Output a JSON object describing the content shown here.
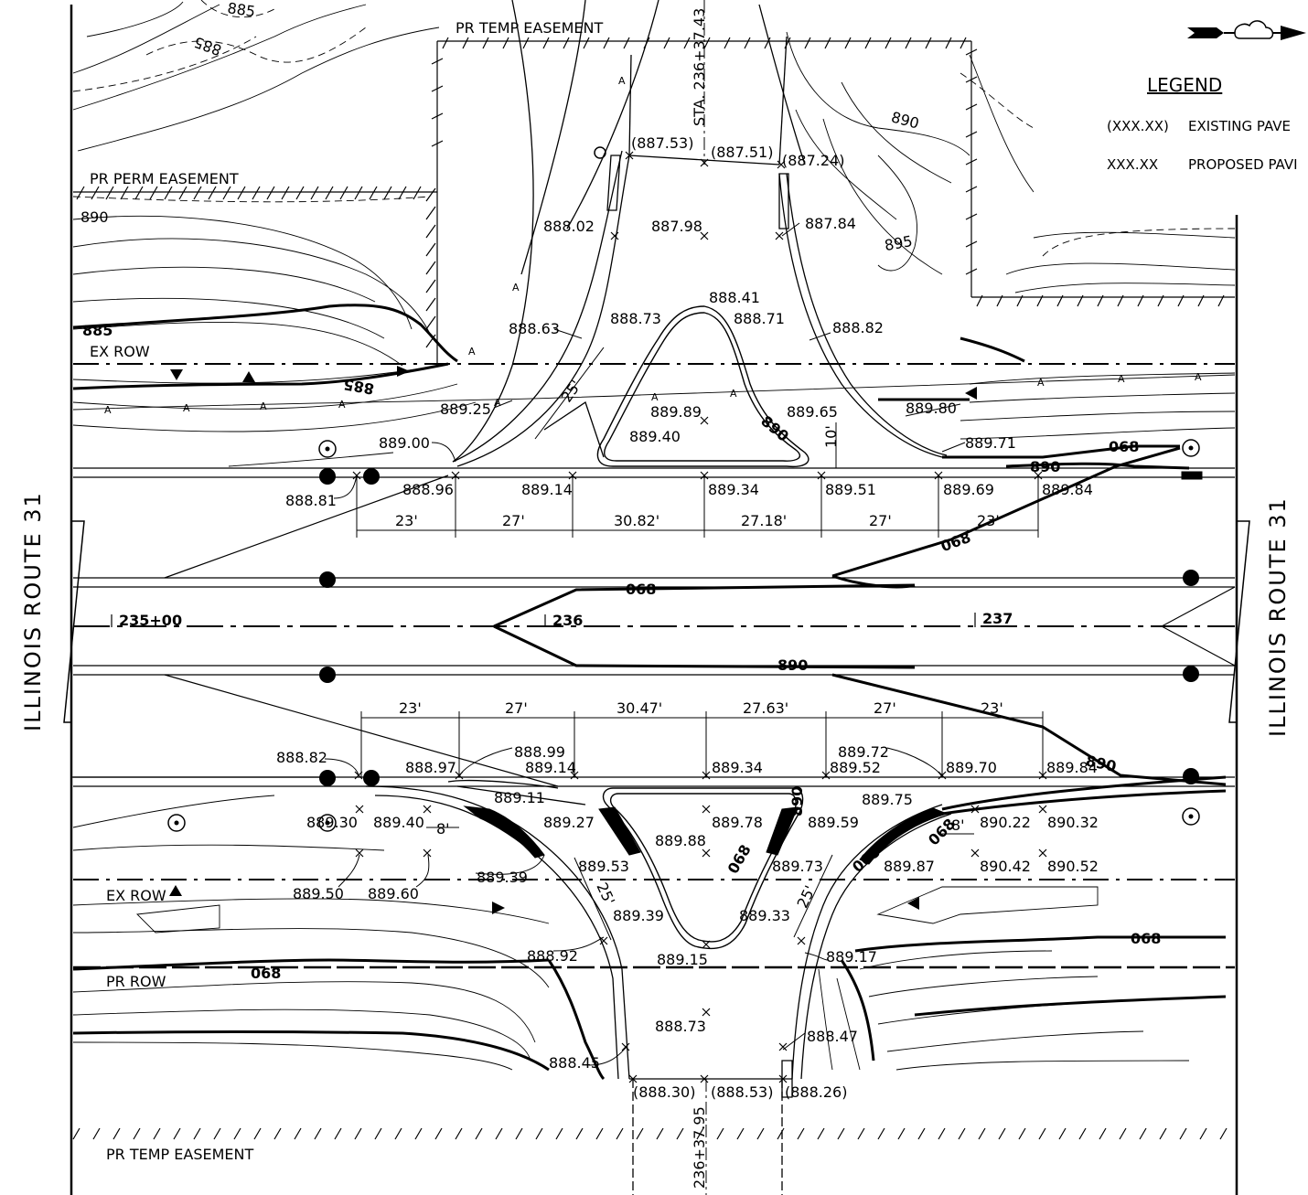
{
  "road_name": "ILLINOIS ROUTE 31",
  "legend": {
    "title": "LEGEND",
    "items": [
      {
        "symbol": "(XXX.XX)",
        "text": "EXISTING PAVE"
      },
      {
        "symbol": "XXX.XX",
        "text": "PROPOSED PAVI"
      }
    ]
  },
  "easements": {
    "temp_top": "PR TEMP EASEMENT",
    "perm": "PR PERM EASEMENT",
    "temp_bottom": "PR TEMP EASEMENT",
    "ex_row": "EX ROW",
    "pr_row": "PR ROW"
  },
  "stations": {
    "s235": "235+00",
    "s236": "236",
    "s237": "237",
    "top_sta": "STA. 236+37.43",
    "bottom_sta": "236+37.95"
  },
  "contours": [
    "885",
    "885",
    "885",
    "890",
    "885",
    "885",
    "890",
    "895",
    "068",
    "890",
    "890",
    "068",
    "068",
    "890",
    "068",
    "068",
    "068",
    "890",
    "068",
    "068",
    "890",
    "068"
  ],
  "elevations_existing": [
    "(887.53)",
    "(887.51)",
    "(887.24)",
    "(888.30)",
    "(888.53)",
    "(888.26)"
  ],
  "elevations_top": [
    "888.02",
    "887.98",
    "887.84",
    "888.41",
    "888.73",
    "888.71",
    "888.63",
    "888.82",
    "889.25",
    "889.89",
    "889.65",
    "889.80",
    "889.40",
    "889.00",
    "889.71",
    "888.81",
    "888.96",
    "889.14",
    "889.34",
    "889.51",
    "889.69",
    "889.84"
  ],
  "elevations_bottom": [
    "888.82",
    "888.97",
    "888.99",
    "889.14",
    "889.34",
    "889.72",
    "889.52",
    "889.70",
    "889.84",
    "889.11",
    "889.75",
    "889.30",
    "889.40",
    "889.27",
    "889.78",
    "889.59",
    "890.22",
    "890.32",
    "889.88",
    "889.53",
    "889.73",
    "889.87",
    "890.42",
    "890.52",
    "889.50",
    "889.60",
    "889.39",
    "889.39",
    "889.33",
    "888.92",
    "889.15",
    "889.17",
    "888.73",
    "888.47",
    "888.45"
  ],
  "dimensions_top": [
    "23'",
    "27'",
    "30.82'",
    "27.18'",
    "27'",
    "23'"
  ],
  "dimensions_bottom": [
    "23'",
    "27'",
    "30.47'",
    "27.63'",
    "27'",
    "23'"
  ],
  "dimensions_misc": [
    "25'",
    "10'",
    "8'",
    "25'",
    "25'",
    "8'"
  ],
  "line_marker": "A",
  "north_arrow": "north-arrow-icon"
}
